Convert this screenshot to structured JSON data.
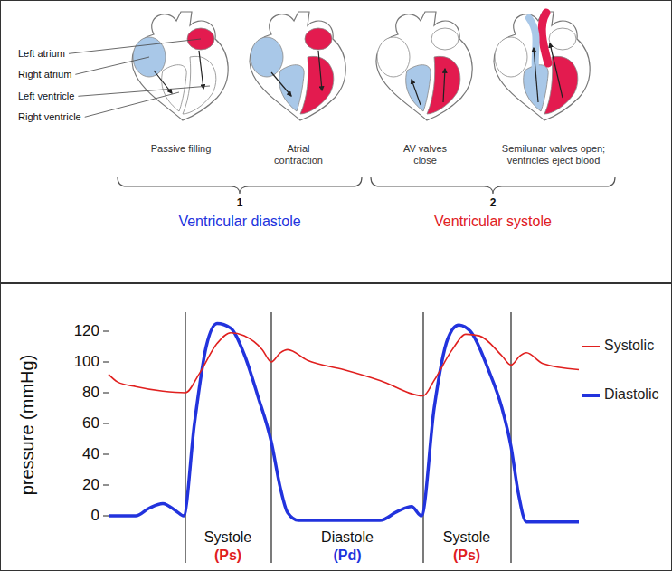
{
  "diagram": {
    "labels": [
      "Left atrium",
      "Right atrium",
      "Left ventricle",
      "Right ventricle",
      "Passive filling",
      "Atrial contraction",
      "AV valves close",
      "Semilunar valves open; ventricles eject blood",
      "1",
      "Ventricular diastole",
      "2",
      "Ventricular systole",
      "pressure (mmHg)",
      "120",
      "100",
      "80",
      "60",
      "40",
      "20",
      "0",
      "Systole",
      "(Ps)",
      "Diastole",
      "(Pd)",
      "Systole",
      "(Ps)"
    ],
    "legend": [
      {
        "text": "Systolic"
      },
      {
        "text": "Diastolic"
      }
    ]
  }
}
